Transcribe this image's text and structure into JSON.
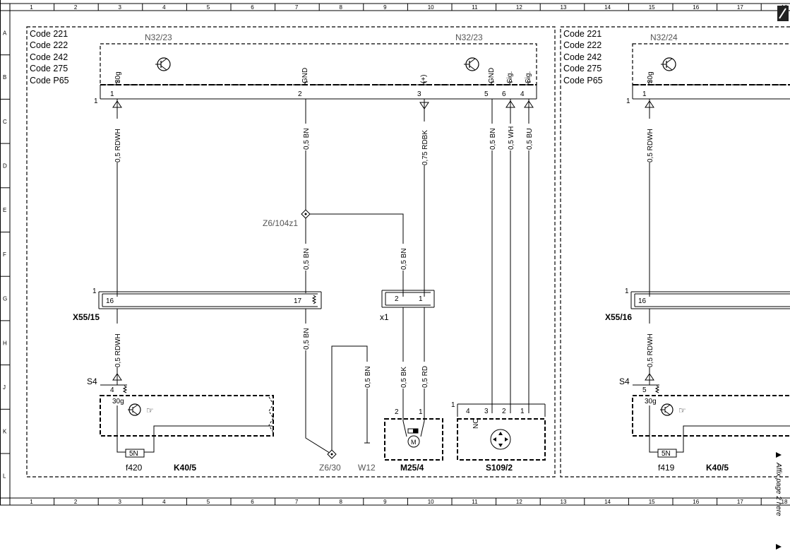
{
  "grid": {
    "columns": [
      "1",
      "2",
      "3",
      "4",
      "5",
      "6",
      "7",
      "8",
      "9",
      "10",
      "11",
      "12",
      "13",
      "14",
      "15",
      "16",
      "17",
      "18"
    ],
    "rows": [
      "A",
      "B",
      "C",
      "D",
      "E",
      "F",
      "G",
      "H",
      "J",
      "K",
      "L"
    ]
  },
  "left_section": {
    "codes": [
      "Code 221",
      "Code 222",
      "Code 242",
      "Code 275",
      "Code P65"
    ],
    "module_label_left": "N32/23",
    "module_label_right": "N32/23",
    "module_pin_group": "1",
    "pins": [
      {
        "num": "1",
        "name": "30g"
      },
      {
        "num": "2",
        "name": "GND"
      },
      {
        "num": "3",
        "name": "(+)"
      },
      {
        "num": "5",
        "name": "GND"
      },
      {
        "num": "6",
        "name": "Sig."
      },
      {
        "num": "4",
        "name": "Sig."
      }
    ],
    "wires": {
      "w1": "0,5 RDWH",
      "w2": "0,5 BN",
      "w3": "0,75 RDBK",
      "w4": "0,5 BN",
      "w5": "0,5 WH",
      "w6": "0,5 BU",
      "w7": "0,5 BN",
      "w8": "0,5 BN",
      "w9": "0,5 BN",
      "w10": "0,5 RDWH",
      "w11": "0,5 BN",
      "w12": "0,5 BK",
      "w13": "0,5 RD"
    },
    "splice": "Z6/104z1",
    "connector": {
      "name": "X55/15",
      "group": "1",
      "pin_a": "16",
      "pin_b": "17"
    },
    "x1": {
      "name": "x1",
      "pin_a": "2",
      "pin_b": "1"
    },
    "s4": {
      "name": "S4",
      "pin": "4",
      "pin_inner": "30g"
    },
    "fuse": {
      "rating": "5N",
      "name": "f420"
    },
    "relay_label": "K40/5",
    "ground_label": "Z6/30",
    "ground2_label": "W12",
    "motor": {
      "name": "M25/4",
      "pin_a": "2",
      "pin_b": "1",
      "symbol": "M"
    },
    "switch": {
      "name": "S109/2",
      "group": "1",
      "pins": [
        "4",
        "3",
        "2",
        "1"
      ],
      "nc": "NC"
    }
  },
  "right_section": {
    "codes": [
      "Code 221",
      "Code 222",
      "Code 242",
      "Code 275",
      "Code P65"
    ],
    "module_label": "N32/24",
    "module_pin_group": "1",
    "pin": {
      "num": "1",
      "name": "30g"
    },
    "wire_top": "0,5 RDWH",
    "wire_bottom": "0,5 RDWH",
    "connector": {
      "name": "X55/16",
      "group": "1",
      "pin": "16"
    },
    "s4": {
      "name": "S4",
      "pin": "5",
      "pin_inner": "30g"
    },
    "fuse": {
      "rating": "5N",
      "name": "f419"
    },
    "relay_label": "K40/5"
  },
  "margin_note": "Affix page 2 here"
}
